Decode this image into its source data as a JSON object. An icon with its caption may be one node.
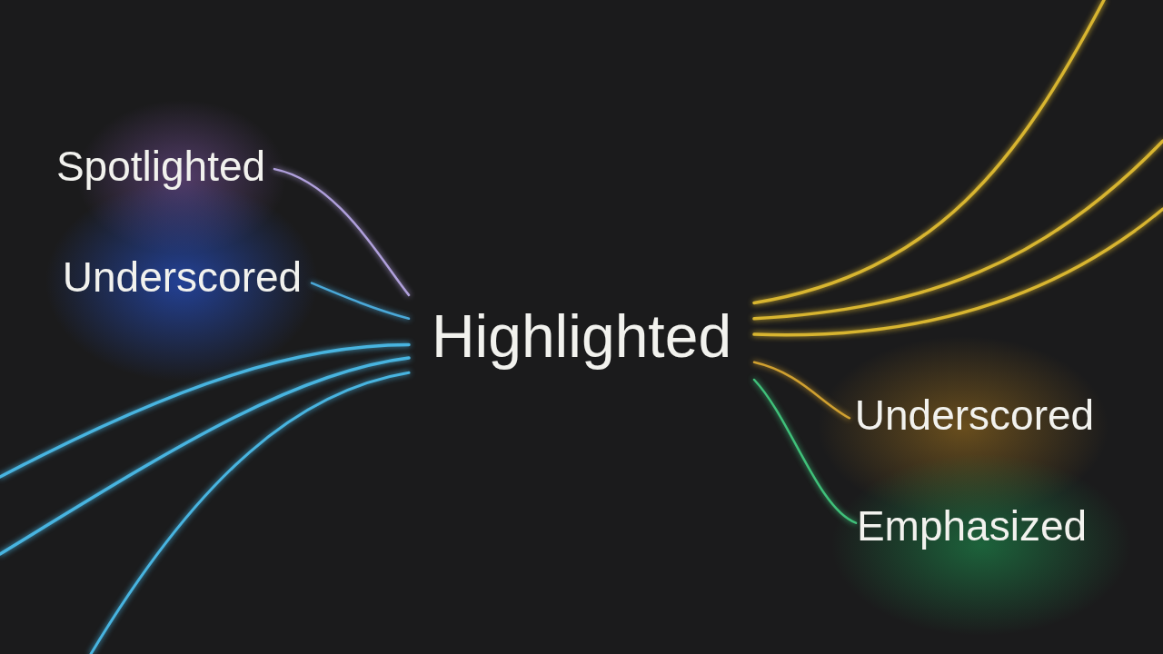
{
  "diagram": {
    "nodes": [
      {
        "text": [
          "Spotlighted"
        ]
      },
      {
        "text": [
          "Underscored"
        ]
      },
      {
        "text": [
          "Highlighted"
        ]
      },
      {
        "text": [
          "Underscored"
        ]
      },
      {
        "text": [
          "Emphasized"
        ]
      }
    ],
    "edges": [
      {
        "from": 0,
        "to": 2,
        "arrow": "none",
        "color": "#b0a0dc"
      },
      {
        "from": 1,
        "to": 2,
        "arrow": "none",
        "color": "#4aa8d8"
      },
      {
        "from": null,
        "to": 2,
        "arrow": "none",
        "color": "#48b4e0"
      },
      {
        "from": null,
        "to": 2,
        "arrow": "none",
        "color": "#48b4e0"
      },
      {
        "from": null,
        "to": 2,
        "arrow": "none",
        "color": "#48b4e0"
      },
      {
        "from": 2,
        "to": null,
        "arrow": "none",
        "color": "#d8b530"
      },
      {
        "from": 2,
        "to": null,
        "arrow": "none",
        "color": "#d8b530"
      },
      {
        "from": 2,
        "to": null,
        "arrow": "none",
        "color": "#d8b530"
      },
      {
        "from": 2,
        "to": 3,
        "arrow": "none",
        "color": "#d0a030"
      },
      {
        "from": 2,
        "to": 4,
        "arrow": "none",
        "color": "#40c07a"
      }
    ]
  }
}
